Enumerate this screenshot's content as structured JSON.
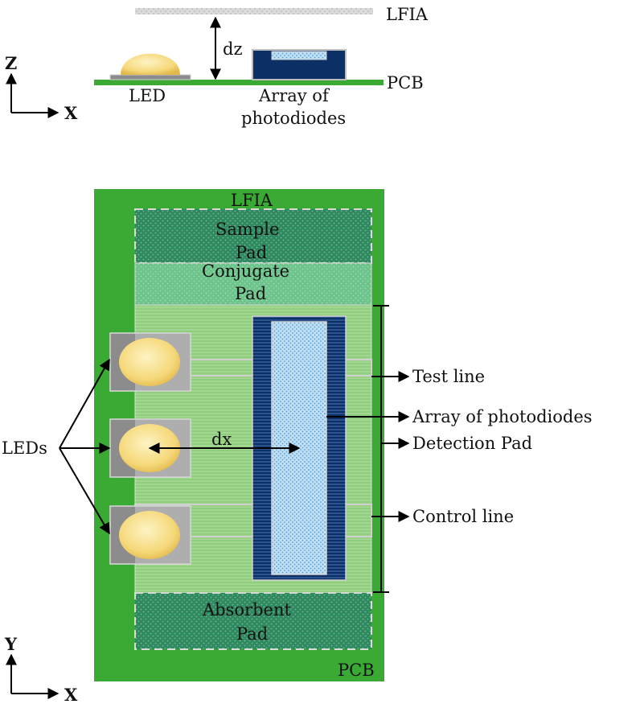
{
  "side_view": {
    "lfia_label": "LFIA",
    "dz_label": "dz",
    "pcb_label": "PCB",
    "led_label": "LED",
    "array_label_line1": "Array of",
    "array_label_line2": "photodiodes",
    "axis_vertical": "Z",
    "axis_horizontal": "X"
  },
  "top_view": {
    "lfia_label": "LFIA",
    "sample_pad_line1": "Sample",
    "sample_pad_line2": "Pad",
    "conjugate_pad_line1": "Conjugate",
    "conjugate_pad_line2": "Pad",
    "absorbent_pad_line1": "Absorbent",
    "absorbent_pad_line2": "Pad",
    "pcb_label": "PCB",
    "dx_label": "dx",
    "leds_label": "LEDs",
    "test_line_label": "Test line",
    "array_label": "Array of photodiodes",
    "detection_pad_label": "Detection Pad",
    "control_line_label": "Control line",
    "axis_vertical": "Y",
    "axis_horizontal": "X"
  },
  "colors": {
    "pcb_green": "#3aaa35",
    "sample_pad": "#2e8a5e",
    "conjugate_pad": "#6cc48b",
    "detection_pad": "#8fce7b",
    "absorbent_pad": "#2e8a5e",
    "photodiode_dark": "#0c2f66",
    "photodiode_light": "#bfe0f5",
    "led_yellow": "#f5d879",
    "led_base_gray": "#8c8c8c"
  }
}
